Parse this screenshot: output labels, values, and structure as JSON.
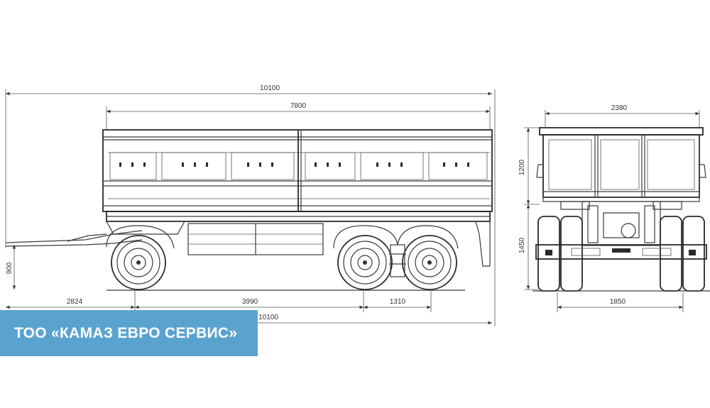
{
  "banner": {
    "text": "ТОО «КАМАЗ ЕВРО СЕРВИС»",
    "background": "#5ba3cf",
    "color": "#ffffff"
  },
  "dimensions": {
    "overall_length_top": "10100",
    "body_length": "7800",
    "overall_length_bottom": "10100",
    "drawbar_to_axle": "2824",
    "axle_spacing": "3990",
    "rear_axle_base": "1310",
    "coupling_height": "900",
    "width_overall": "2380",
    "side_height": "1200",
    "platform_height": "1450",
    "track_width": "1850"
  },
  "colors": {
    "line": "#3a3a3a",
    "background": "#ffffff"
  }
}
